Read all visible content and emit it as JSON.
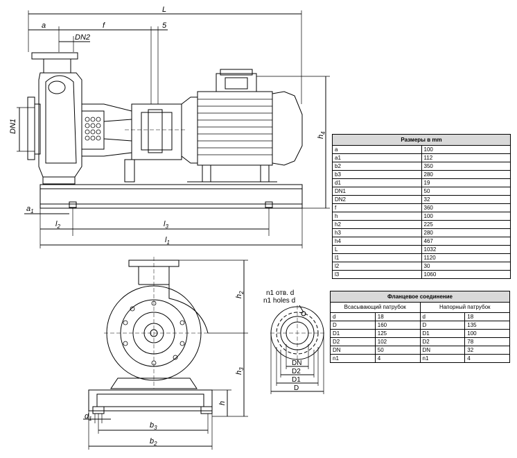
{
  "dimensions_table": {
    "title": "Размеры в mm",
    "rows": [
      {
        "name": "a",
        "value": "100"
      },
      {
        "name": "a1",
        "value": "112"
      },
      {
        "name": "b2",
        "value": "350"
      },
      {
        "name": "b3",
        "value": "280"
      },
      {
        "name": "d1",
        "value": "19"
      },
      {
        "name": "DN1",
        "value": "50"
      },
      {
        "name": "DN2",
        "value": "32"
      },
      {
        "name": "f",
        "value": "360"
      },
      {
        "name": "h",
        "value": "100"
      },
      {
        "name": "h2",
        "value": "225"
      },
      {
        "name": "h3",
        "value": "280"
      },
      {
        "name": "h4",
        "value": "467"
      },
      {
        "name": "L",
        "value": "1032"
      },
      {
        "name": "l1",
        "value": "1120"
      },
      {
        "name": "l2",
        "value": "30"
      },
      {
        "name": "l3",
        "value": "1060"
      }
    ]
  },
  "flange_table": {
    "title": "Фланцевое соединение",
    "suction_header": "Всасывающий патрубок",
    "discharge_header": "Напорный патрубок",
    "rows": [
      {
        "s_name": "d",
        "s_val": "18",
        "d_name": "d",
        "d_val": "18"
      },
      {
        "s_name": "D",
        "s_val": "160",
        "d_name": "D",
        "d_val": "135"
      },
      {
        "s_name": "D1",
        "s_val": "125",
        "d_name": "D1",
        "d_val": "100"
      },
      {
        "s_name": "D2",
        "s_val": "102",
        "d_name": "D2",
        "d_val": "78"
      },
      {
        "s_name": "DN",
        "s_val": "50",
        "d_name": "DN",
        "d_val": "32"
      },
      {
        "s_name": "n1",
        "s_val": "4",
        "d_name": "n1",
        "d_val": "4"
      }
    ]
  },
  "labels": {
    "L": "L",
    "a": "a",
    "f": "f",
    "s": "5",
    "DN2": "DN2",
    "DN1": "DN1",
    "a1": "a",
    "a1_sub": "1",
    "l2": "l",
    "l2_sub": "2",
    "l3": "l",
    "l3_sub": "3",
    "l1": "l",
    "l1_sub": "1",
    "h4": "h",
    "h4_sub": "4",
    "h2": "h",
    "h2_sub": "2",
    "h3": "h",
    "h3_sub": "3",
    "h": "h",
    "d1": "d",
    "d1_sub": "1",
    "b3": "b",
    "b3_sub": "3",
    "b2": "b",
    "b2_sub": "2",
    "flange_holes_ru": "n1 отв. d",
    "flange_holes_en": "n1 holes d",
    "fl_DN": "DN",
    "fl_D2": "D2",
    "fl_D1": "D1",
    "fl_D": "D"
  }
}
